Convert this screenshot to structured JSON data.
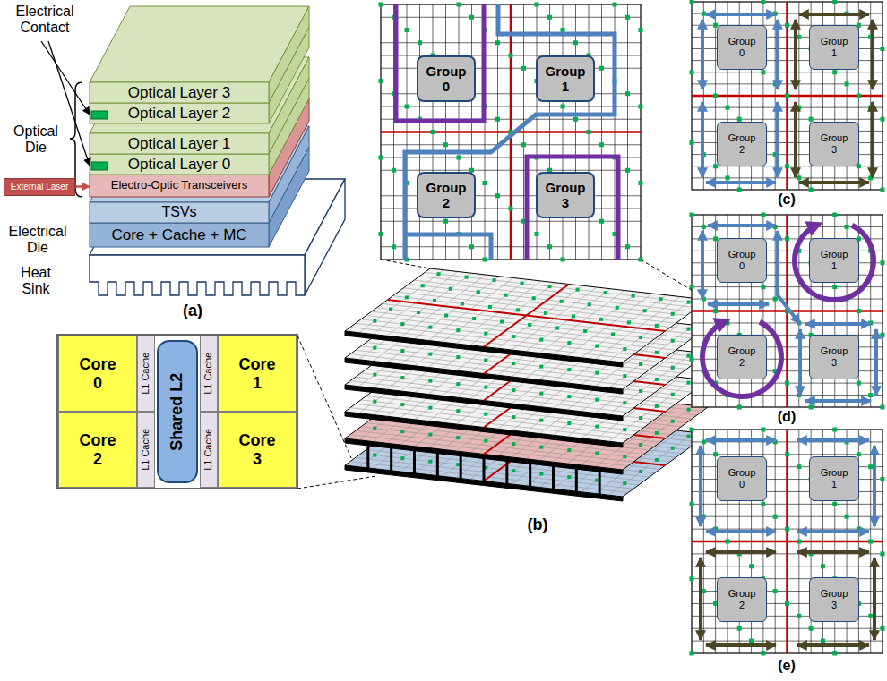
{
  "diagram": {
    "nodes": [
      {
        "text": [
          "Optical Layer 3"
        ]
      },
      {
        "text": [
          "Optical Layer 2"
        ]
      },
      {
        "text": [
          "Optical Layer 1"
        ]
      },
      {
        "text": [
          "Optical Layer 0"
        ]
      },
      {
        "text": [
          "External Laser"
        ]
      },
      {
        "text": [
          "Electro-Optic Transceivers"
        ]
      },
      {
        "text": [
          "TSVs"
        ]
      },
      {
        "text": [
          "Core + Cache + MC"
        ]
      },
      {
        "text": [
          "Core 0"
        ]
      },
      {
        "text": [
          "L1 Cache"
        ]
      },
      {
        "text": [
          "Shared L2"
        ]
      },
      {
        "text": [
          "L1 Cache"
        ]
      },
      {
        "text": [
          "Core 1"
        ]
      },
      {
        "text": [
          "Core 2"
        ]
      },
      {
        "text": [
          "L1 Cache"
        ]
      },
      {
        "text": [
          "L1 Cache"
        ]
      },
      {
        "text": [
          "Core 3"
        ]
      },
      {
        "text": [
          "Group 0"
        ]
      },
      {
        "text": [
          "Group 1"
        ]
      },
      {
        "text": [
          "Group 2"
        ]
      },
      {
        "text": [
          "Group 3"
        ]
      },
      {
        "text": [
          "Group 0"
        ]
      },
      {
        "text": [
          "Group 1"
        ]
      },
      {
        "text": [
          "Group 2"
        ]
      },
      {
        "text": [
          "Group 3"
        ]
      },
      {
        "text": [
          "Group 0"
        ]
      },
      {
        "text": [
          "Group 1"
        ]
      },
      {
        "text": [
          "Group 2"
        ]
      },
      {
        "text": [
          "Group 3"
        ]
      },
      {
        "text": [
          "Group 0"
        ]
      },
      {
        "text": [
          "Group 1"
        ]
      },
      {
        "text": [
          "Group 2"
        ]
      },
      {
        "text": [
          "Group 3"
        ]
      }
    ],
    "edges": [
      {
        "from": 4,
        "to": 5,
        "arrow": "to"
      }
    ],
    "labels": [
      "Electrical Contact",
      "Optical Die",
      "Electrical Die",
      "Heat Sink",
      "(a)",
      "(b)",
      "(c)",
      "(d)",
      "(e)"
    ]
  }
}
